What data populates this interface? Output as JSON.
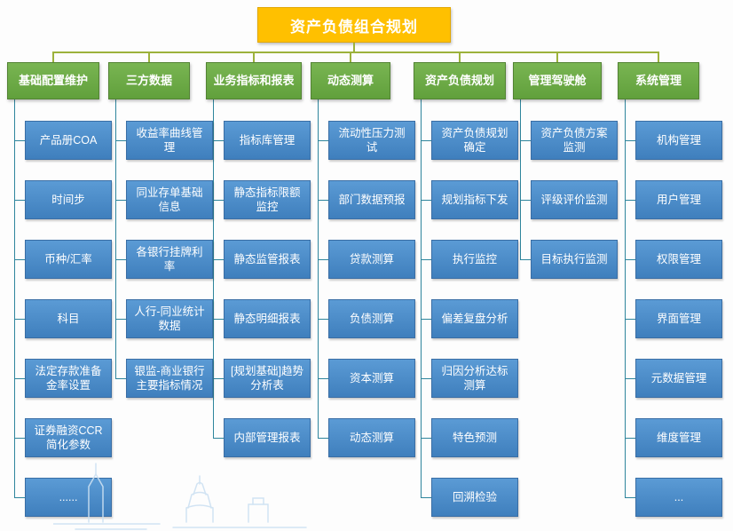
{
  "root": {
    "label": "资产负债组合规划"
  },
  "columns": [
    {
      "label": "基础配置维护",
      "items": [
        "产品册COA",
        "时间步",
        "币种/汇率",
        "科目",
        "法定存款准备金率设置",
        "证券融资CCR简化参数",
        "......"
      ]
    },
    {
      "label": "三方数据",
      "items": [
        "收益率曲线管理",
        "同业存单基础信息",
        "各银行挂牌利率",
        "人行-同业统计数据",
        "银监-商业银行主要指标情况"
      ]
    },
    {
      "label": "业务指标和报表",
      "items": [
        "指标库管理",
        "静态指标限额监控",
        "静态监管报表",
        "静态明细报表",
        "[规划基础]趋势分析表",
        "内部管理报表"
      ]
    },
    {
      "label": "动态测算",
      "items": [
        "流动性压力测试",
        "部门数据预报",
        "贷款测算",
        "负债测算",
        "资本测算",
        "动态测算"
      ]
    },
    {
      "label": "资产负债规划",
      "items": [
        "资产负债规划确定",
        "规划指标下发",
        "执行监控",
        "偏差复盘分析",
        "归因分析达标测算",
        "特色预测",
        "回溯检验"
      ]
    },
    {
      "label": "管理驾驶舱",
      "items": [
        "资产负债方案监测",
        "评级评价监测",
        "目标执行监测"
      ]
    },
    {
      "label": "系统管理",
      "items": [
        "机构管理",
        "用户管理",
        "权限管理",
        "界面管理",
        "元数据管理",
        "维度管理",
        "..."
      ]
    }
  ],
  "colors": {
    "root_box": "#FFC000",
    "category_box_top": "#79b552",
    "category_box_bottom": "#61a03c",
    "item_box_top": "#5b9bd5",
    "item_box_bottom": "#3f7fbd",
    "tree_line": "#9DB23B",
    "column_line": "#2E859C"
  }
}
